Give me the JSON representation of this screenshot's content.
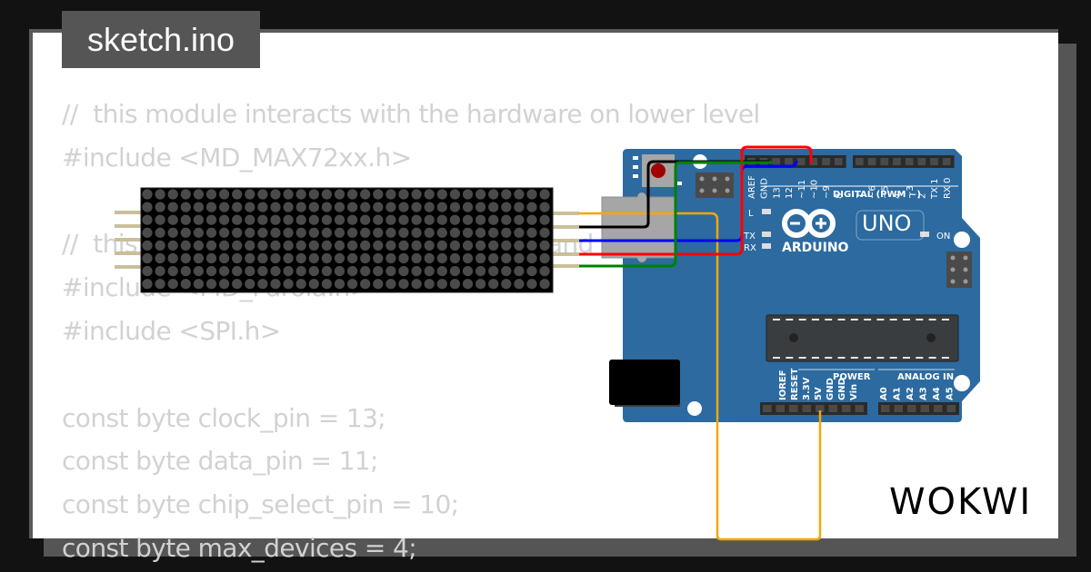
{
  "tab": {
    "filename": "sketch.ino"
  },
  "code_lines": [
    "//  this module interacts with the hardware on lower level",
    "#include <MD_MAX72xx.h>",
    "",
    "//  this module handles text animations and effects",
    "#include <MD_Parola.h>",
    "#include <SPI.h>",
    "",
    "const byte clock_pin = 13;",
    "const byte data_pin = 11;",
    "const byte chip_select_pin = 10;",
    "const byte max_devices = 4;"
  ],
  "matrix": {
    "rows": 8,
    "cols": 32,
    "dot_color": "#4a4a4a",
    "bg_color": "#000000"
  },
  "arduino": {
    "brand": "ARDUINO",
    "model": "UNO",
    "on_label": "ON",
    "led_labels": [
      "L",
      "TX",
      "RX"
    ],
    "digital_header_label": "DIGITAL (PWM ~)",
    "digital_pins_left": [
      "AREF",
      "GND",
      "13",
      "12",
      "~11",
      "~10",
      "~9",
      "8"
    ],
    "digital_pins_right": [
      "7",
      "~6",
      "~5",
      "4",
      "~3",
      "2",
      "TX 1",
      "RX 0"
    ],
    "power_header_label": "POWER",
    "power_pins": [
      "IOREF",
      "RESET",
      "3.3V",
      "5V",
      "GND",
      "GND",
      "Vin"
    ],
    "analog_header_label": "ANALOG IN",
    "analog_pins": [
      "A0",
      "A1",
      "A2",
      "A3",
      "A4",
      "A5"
    ],
    "board_color": "#2c6aa0"
  },
  "wires": [
    {
      "name": "vcc",
      "color": "#f5a700",
      "from": "matrix.VCC",
      "to": "arduino.5V"
    },
    {
      "name": "gnd",
      "color": "#000000",
      "from": "matrix.GND",
      "to": "arduino.GND"
    },
    {
      "name": "din",
      "color": "#0000ff",
      "from": "matrix.DIN",
      "to": "arduino.11"
    },
    {
      "name": "cs",
      "color": "#ff0000",
      "from": "matrix.CS",
      "to": "arduino.10"
    },
    {
      "name": "clk",
      "color": "#008000",
      "from": "matrix.CLK",
      "to": "arduino.13"
    }
  ],
  "brand": {
    "logo_text": "WOKWI"
  }
}
